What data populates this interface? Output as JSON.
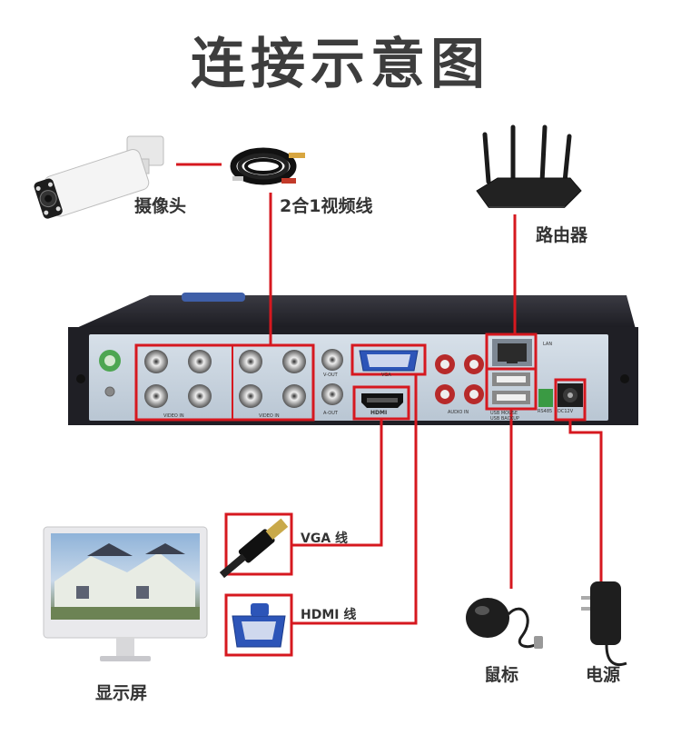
{
  "title": "连接示意图",
  "labels": {
    "camera": "摄像头",
    "cable": "2合1视频线",
    "router": "路由器",
    "vga_line": "VGA 线",
    "hdmi_line": "HDMI 线",
    "monitor": "显示屏",
    "mouse": "鼠标",
    "power": "电源"
  },
  "panel_labels": {
    "video_in_1": "VIDEO IN",
    "video_in_2": "VIDEO IN",
    "v_out": "V-OUT",
    "vga": "VGA",
    "a_out": "A-OUT",
    "hdmi": "HDMI",
    "audio_in": "AUDIO IN",
    "lan": "LAN",
    "rs485": "RS485",
    "dc12v": "DC12V",
    "usb_mouse": "USB MOUSE",
    "usb_backup": "USB BACKUP"
  },
  "colors": {
    "line": "#d6181f",
    "panel": "#c9d4df",
    "chassis": "#2a2a30"
  }
}
